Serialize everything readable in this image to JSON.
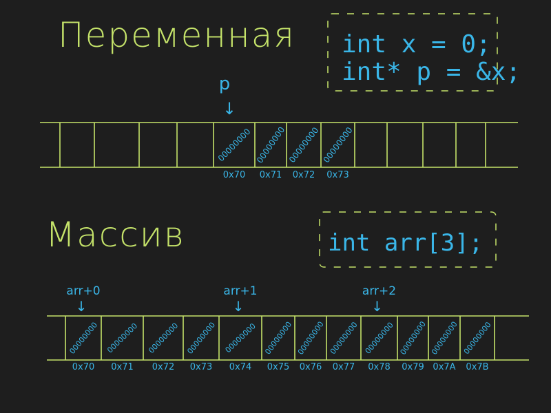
{
  "colors": {
    "background": "#1e1e1e",
    "title": "#c5e36a",
    "lines": "#c5e36a",
    "code": "#3ab6e8",
    "bits": "#3ab6e8",
    "addresses": "#3ab6e8",
    "frame": "#c5e36a"
  },
  "variable_section": {
    "title": "Переменная",
    "code_lines": [
      "int x = 0;",
      "int* p = &x;"
    ],
    "pointer_label": "p",
    "pointer_arrow": "↓",
    "cell_bits": "00000000",
    "filled_addresses": [
      "0x70",
      "0x71",
      "0x72",
      "0x73"
    ]
  },
  "array_section": {
    "title": "Массив",
    "code": "int arr[3];",
    "pointers": [
      {
        "label": "arr+0",
        "arrow": "↓"
      },
      {
        "label": "arr+1",
        "arrow": "↓"
      },
      {
        "label": "arr+2",
        "arrow": "↓"
      }
    ],
    "cell_bits": "00000000",
    "addresses": [
      "0x70",
      "0x71",
      "0x72",
      "0x73",
      "0x74",
      "0x75",
      "0x76",
      "0x77",
      "0x78",
      "0x79",
      "0x7A",
      "0x7B"
    ]
  }
}
